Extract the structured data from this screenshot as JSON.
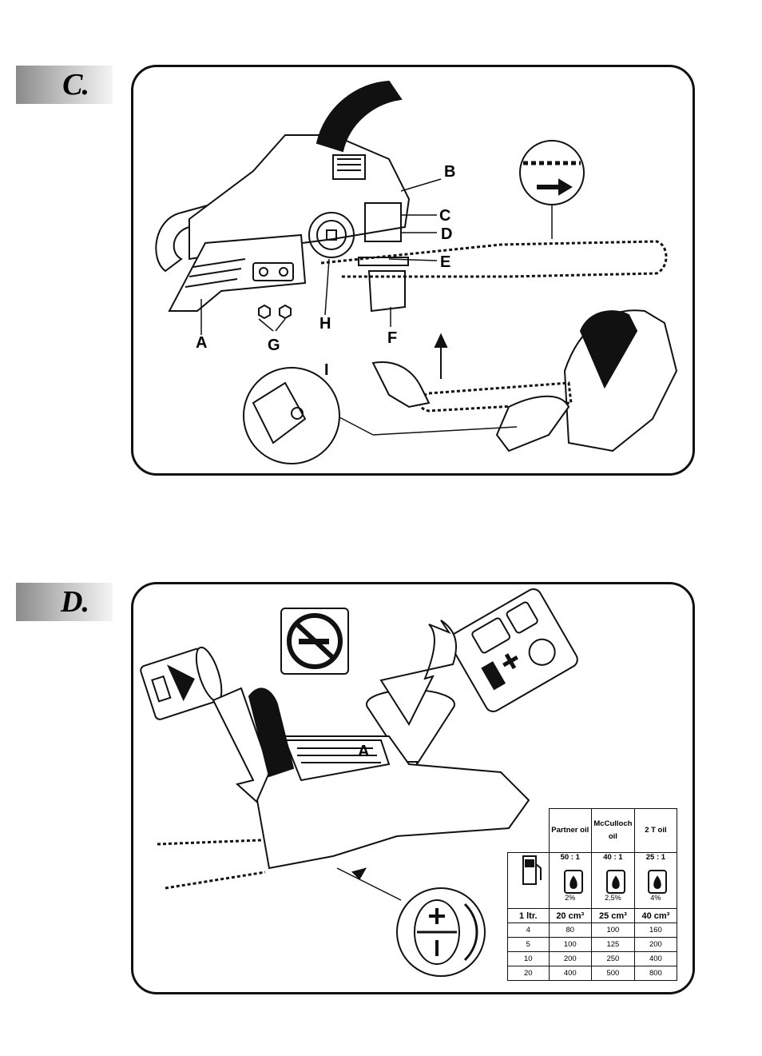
{
  "section_c": {
    "tag": "C.",
    "labels": {
      "A": "A",
      "B": "B",
      "C": "C",
      "D": "D",
      "E": "E",
      "F": "F",
      "G": "G",
      "H": "H",
      "I": "I"
    }
  },
  "section_d": {
    "tag": "D.",
    "label_a": "A",
    "table": {
      "headers": [
        "Partner oil",
        "McCulloch oil",
        "2 T oil"
      ],
      "ratios": [
        "50 : 1",
        "40 : 1",
        "25 : 1"
      ],
      "percents": [
        "2%",
        "2,5%",
        "4%"
      ],
      "unit_row": [
        "1 ltr.",
        "20 cm³",
        "25 cm³",
        "40 cm³"
      ],
      "rows": [
        [
          "4",
          "80",
          "100",
          "160"
        ],
        [
          "5",
          "100",
          "125",
          "200"
        ],
        [
          "10",
          "200",
          "250",
          "400"
        ],
        [
          "20",
          "400",
          "500",
          "800"
        ]
      ]
    }
  },
  "icons": [
    "chainsaw-illustration",
    "chain-direction-icon",
    "gloved-hand-icon",
    "no-smoking-icon",
    "fuel-can-icon",
    "oil-can-icon",
    "funnel-icon",
    "adjust-plus-minus-icon",
    "fuel-pump-icon",
    "oil-drop-can-icon"
  ]
}
